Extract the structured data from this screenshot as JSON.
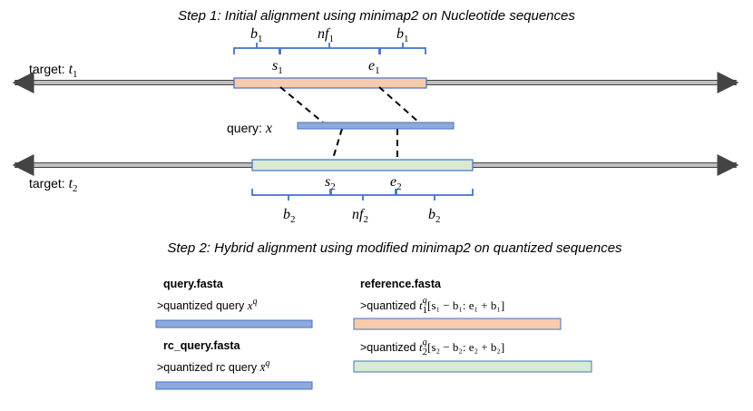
{
  "step1": {
    "title": "Step 1: Initial alignment using minimap2 on Nucleotide sequences"
  },
  "step2": {
    "title": "Step 2: Hybrid alignment using modified minimap2 on quantized sequences"
  },
  "target1": {
    "label": "target:",
    "symbol": "t",
    "sub": "1"
  },
  "target2": {
    "label": "target:",
    "symbol": "t",
    "sub": "2"
  },
  "query": {
    "label": "query:",
    "symbol": "x"
  },
  "top_braces": {
    "b_left": {
      "sym": "b",
      "sub": "1"
    },
    "nf": {
      "sym": "nf",
      "sub": "1"
    },
    "b_right": {
      "sym": "b",
      "sub": "1"
    },
    "s": {
      "sym": "s",
      "sub": "1"
    },
    "e": {
      "sym": "e",
      "sub": "1"
    }
  },
  "bottom_braces": {
    "s": {
      "sym": "s",
      "sub": "2"
    },
    "e": {
      "sym": "e",
      "sub": "2"
    },
    "b_left": {
      "sym": "b",
      "sub": "2"
    },
    "nf": {
      "sym": "nf",
      "sub": "2"
    },
    "b_right": {
      "sym": "b",
      "sub": "2"
    }
  },
  "files": {
    "query_fasta": {
      "name": "query.fasta",
      "desc": ">quantized query ",
      "sym": "x",
      "sup": "q"
    },
    "rc_query_fasta": {
      "name": "rc_query.fasta",
      "desc": ">quantized rc query ",
      "sym": "x̄",
      "sup": "q"
    },
    "reference_fasta": {
      "name": "reference.fasta",
      "entry1": {
        "desc": ">quantized ",
        "sym": "t",
        "sup": "q",
        "sub": "1",
        "range": "[s₁ − b₁: e₁ + b₁]"
      },
      "entry2": {
        "desc": ">quantized ",
        "sym": "t",
        "sup": "q",
        "sub": "2",
        "range": "[s₂ − b₂: e₂ + b₂]"
      }
    }
  },
  "colors": {
    "brace": "#4472C4",
    "query_fill": "#8EA9DB",
    "query_stroke": "#4472C4",
    "target1_region_fill": "#F8CBAD",
    "target2_region_fill": "#D9EAD3",
    "target_line": "#BFBFBF"
  }
}
